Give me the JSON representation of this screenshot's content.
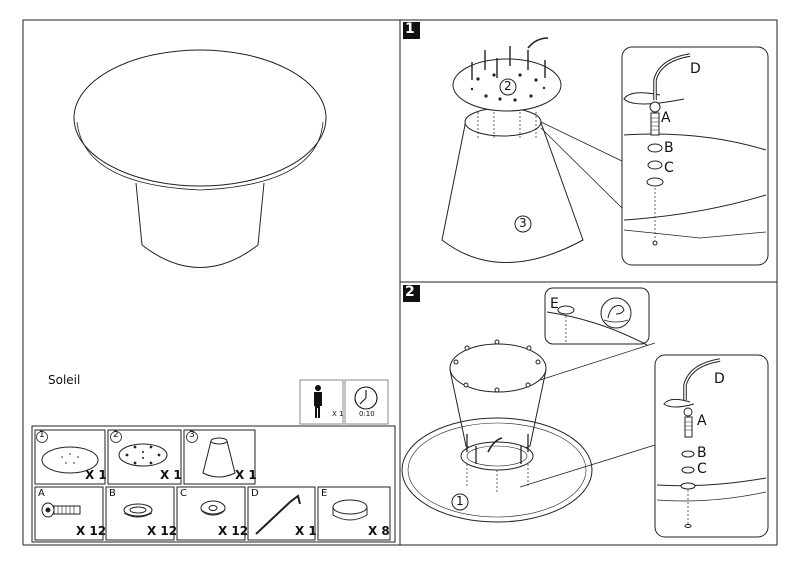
{
  "product": {
    "name": "Soleil"
  },
  "meta": {
    "persons": "X 1",
    "time": "0:10"
  },
  "steps": [
    {
      "number": "1"
    },
    {
      "number": "2"
    }
  ],
  "parts": {
    "p1": {
      "num": "1",
      "qty": "X 1"
    },
    "p2": {
      "num": "2",
      "qty": "X 1"
    },
    "p3": {
      "num": "3",
      "qty": "X 1"
    },
    "A": {
      "letter": "A",
      "qty": "X 12"
    },
    "B": {
      "letter": "B",
      "qty": "X 12"
    },
    "C": {
      "letter": "C",
      "qty": "X 12"
    },
    "D": {
      "letter": "D",
      "qty": "X 1"
    },
    "E": {
      "letter": "E",
      "qty": "X 8"
    }
  },
  "callouts": {
    "s1": {
      "c2": "2",
      "c3": "3",
      "A": "A",
      "B": "B",
      "C": "C",
      "D": "D"
    },
    "s2": {
      "c1": "1",
      "A": "A",
      "B": "B",
      "C": "C",
      "D": "D",
      "E": "E"
    }
  }
}
